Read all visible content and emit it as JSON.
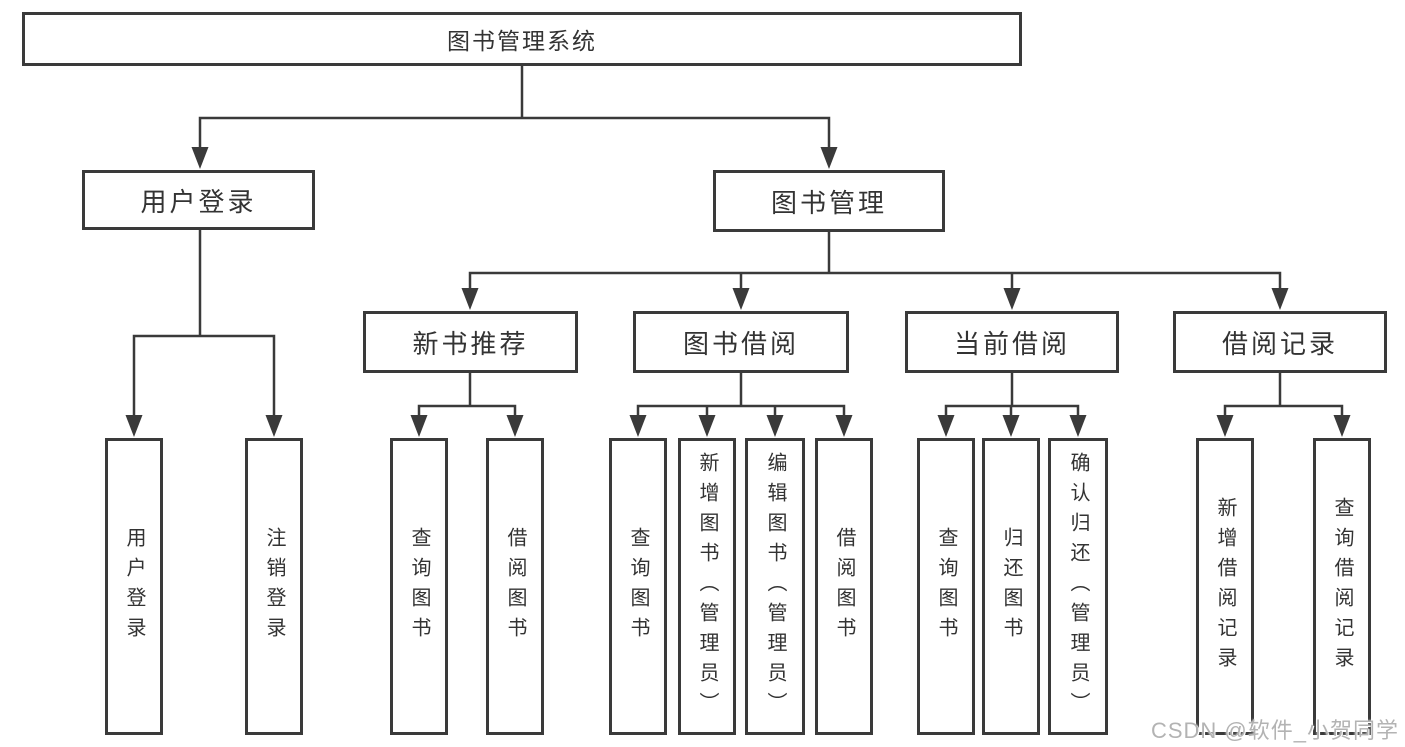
{
  "colors": {
    "line": "#3a3a3a",
    "text": "#333333",
    "watermark": "#b3b3b3",
    "background": "#ffffff"
  },
  "diagram": {
    "root": {
      "label": "图书管理系统"
    },
    "level2": [
      {
        "id": "user-login",
        "label": "用户登录",
        "parent": "图书管理系统"
      },
      {
        "id": "book-management",
        "label": "图书管理",
        "parent": "图书管理系统"
      }
    ],
    "level3": [
      {
        "id": "new-book-recommend",
        "label": "新书推荐",
        "parent": "图书管理"
      },
      {
        "id": "book-borrowing",
        "label": "图书借阅",
        "parent": "图书管理"
      },
      {
        "id": "current-borrowing",
        "label": "当前借阅",
        "parent": "图书管理"
      },
      {
        "id": "borrowing-records",
        "label": "借阅记录",
        "parent": "图书管理"
      }
    ],
    "leaves": [
      {
        "id": "user-login-leaf",
        "label": "用户登录",
        "parent": "用户登录"
      },
      {
        "id": "logout",
        "label": "注销登录",
        "parent": "用户登录"
      },
      {
        "id": "nb-query-books",
        "label": "查询图书",
        "parent": "新书推荐"
      },
      {
        "id": "nb-borrow-books",
        "label": "借阅图书",
        "parent": "新书推荐"
      },
      {
        "id": "bb-query-books",
        "label": "查询图书",
        "parent": "图书借阅"
      },
      {
        "id": "bb-add-books-admin",
        "label": "新增图书（管理员）",
        "parent": "图书借阅"
      },
      {
        "id": "bb-edit-books-admin",
        "label": "编辑图书（管理员）",
        "parent": "图书借阅"
      },
      {
        "id": "bb-borrow-books",
        "label": "借阅图书",
        "parent": "图书借阅"
      },
      {
        "id": "cb-query-books",
        "label": "查询图书",
        "parent": "当前借阅"
      },
      {
        "id": "cb-return-books",
        "label": "归还图书",
        "parent": "当前借阅"
      },
      {
        "id": "cb-confirm-return",
        "label": "确认归还（管理员）",
        "parent": "当前借阅"
      },
      {
        "id": "br-add-record",
        "label": "新增借阅记录",
        "parent": "借阅记录"
      },
      {
        "id": "br-query-record",
        "label": "查询借阅记录",
        "parent": "借阅记录"
      }
    ],
    "watermark": "CSDN @软件_小贺同学"
  }
}
